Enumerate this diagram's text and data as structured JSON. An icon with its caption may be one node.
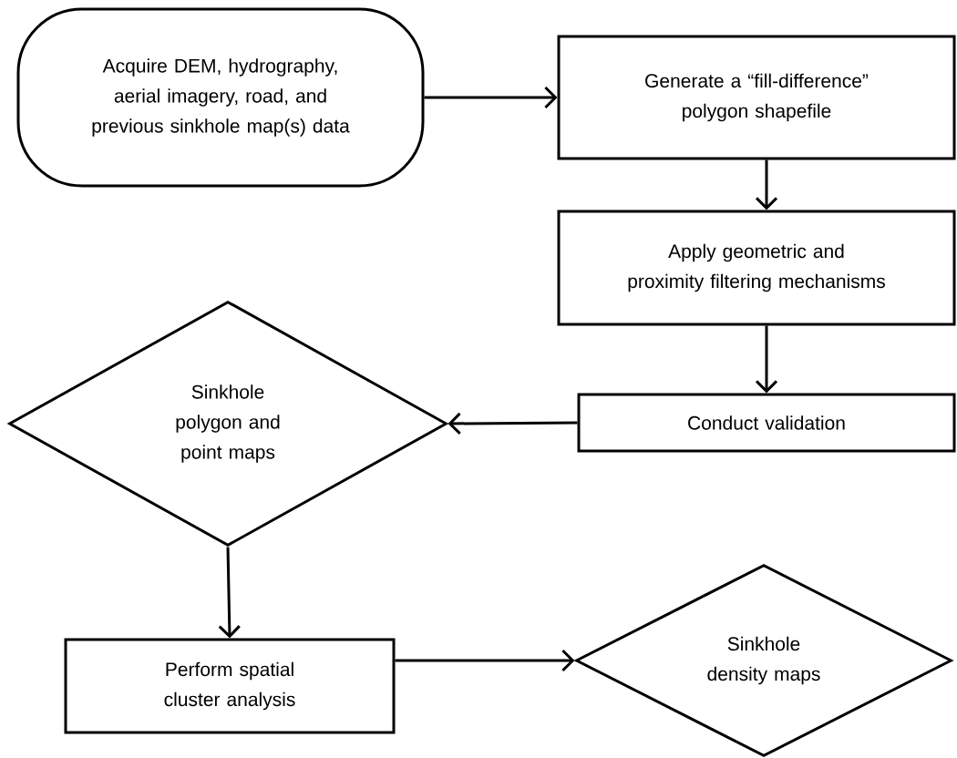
{
  "diagram": {
    "nodes": [
      {
        "text": [
          "Acquire DEM, hydrography, aerial imagery, road, and previous sinkhole map(s) data"
        ]
      },
      {
        "text": [
          "Generate a “fill-difference” polygon shapefile"
        ]
      },
      {
        "text": [
          "Apply geometric and proximity filtering mechanisms"
        ]
      },
      {
        "text": [
          "Conduct validation"
        ]
      },
      {
        "text": [
          "Sinkhole polygon and point maps"
        ]
      },
      {
        "text": [
          "Perform spatial cluster analysis"
        ]
      },
      {
        "text": [
          "Sinkhole density maps"
        ]
      }
    ],
    "edges": [
      {
        "from": 0,
        "to": 1,
        "arrow": "to"
      },
      {
        "from": 1,
        "to": 2,
        "arrow": "to"
      },
      {
        "from": 2,
        "to": 3,
        "arrow": "to"
      },
      {
        "from": 3,
        "to": 4,
        "arrow": "to"
      },
      {
        "from": 4,
        "to": 5,
        "arrow": "to"
      },
      {
        "from": 5,
        "to": 6,
        "arrow": "to"
      }
    ]
  }
}
